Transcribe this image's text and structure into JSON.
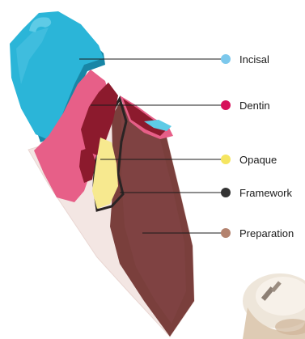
{
  "legend": [
    {
      "label": "Incisal",
      "color": "#7cc8ec"
    },
    {
      "label": "Dentin",
      "color": "#d6105a"
    },
    {
      "label": "Opaque",
      "color": "#f5e560"
    },
    {
      "label": "Framework",
      "color": "#333333"
    },
    {
      "label": "Preparation",
      "color": "#b3826e"
    }
  ],
  "layer_colors": {
    "incisal": "#2bb5d8",
    "incisal_shadow": "#1886a6",
    "dentin": "#e75f88",
    "dentin_core": "#8c1a2d",
    "opaque": "#f7e98f",
    "preparation": "#7a3f3c",
    "root": "#f3e6e3"
  }
}
